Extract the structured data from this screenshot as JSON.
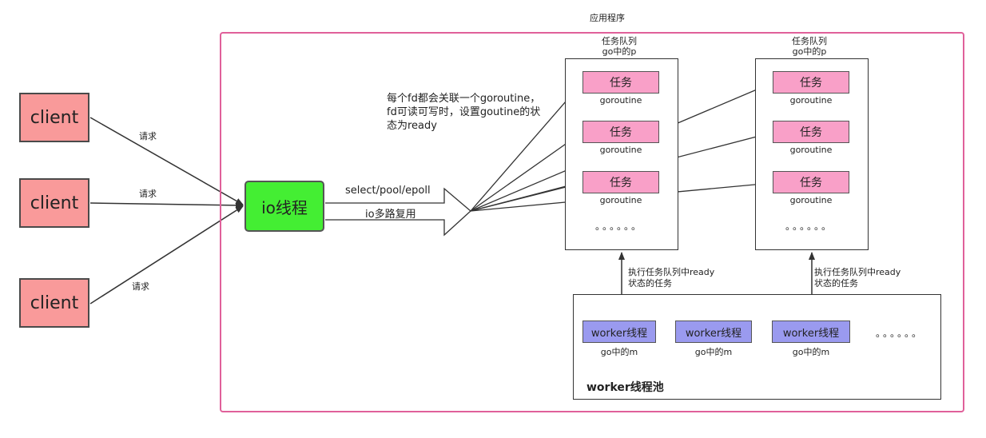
{
  "app_title": "应用程序",
  "clients": [
    "client",
    "client",
    "client"
  ],
  "request_label": "请求",
  "io_thread": "io线程",
  "mux_top": "select/pool/epoll",
  "mux_bottom": "io多路复用",
  "note": [
    "每个fd都会关联一个goroutine，",
    "fd可读可写时，设置goutine的状",
    "态为ready"
  ],
  "queue_title_line1": "任务队列",
  "queue_title_line2": "go中的p",
  "task_label": "任务",
  "goroutine_label": "goroutine",
  "ellipsis": "。。。。。。",
  "exec_line1": "执行任务队列中ready",
  "exec_line2": "状态的任务",
  "worker_label": "worker线程",
  "worker_sub": "go中的m",
  "pool_title": "worker线程池",
  "colors": {
    "frame": "#e0609a",
    "client": "#f99a9a",
    "io": "#44ee33",
    "task": "#f9a0c8",
    "worker": "#9a9aef"
  }
}
